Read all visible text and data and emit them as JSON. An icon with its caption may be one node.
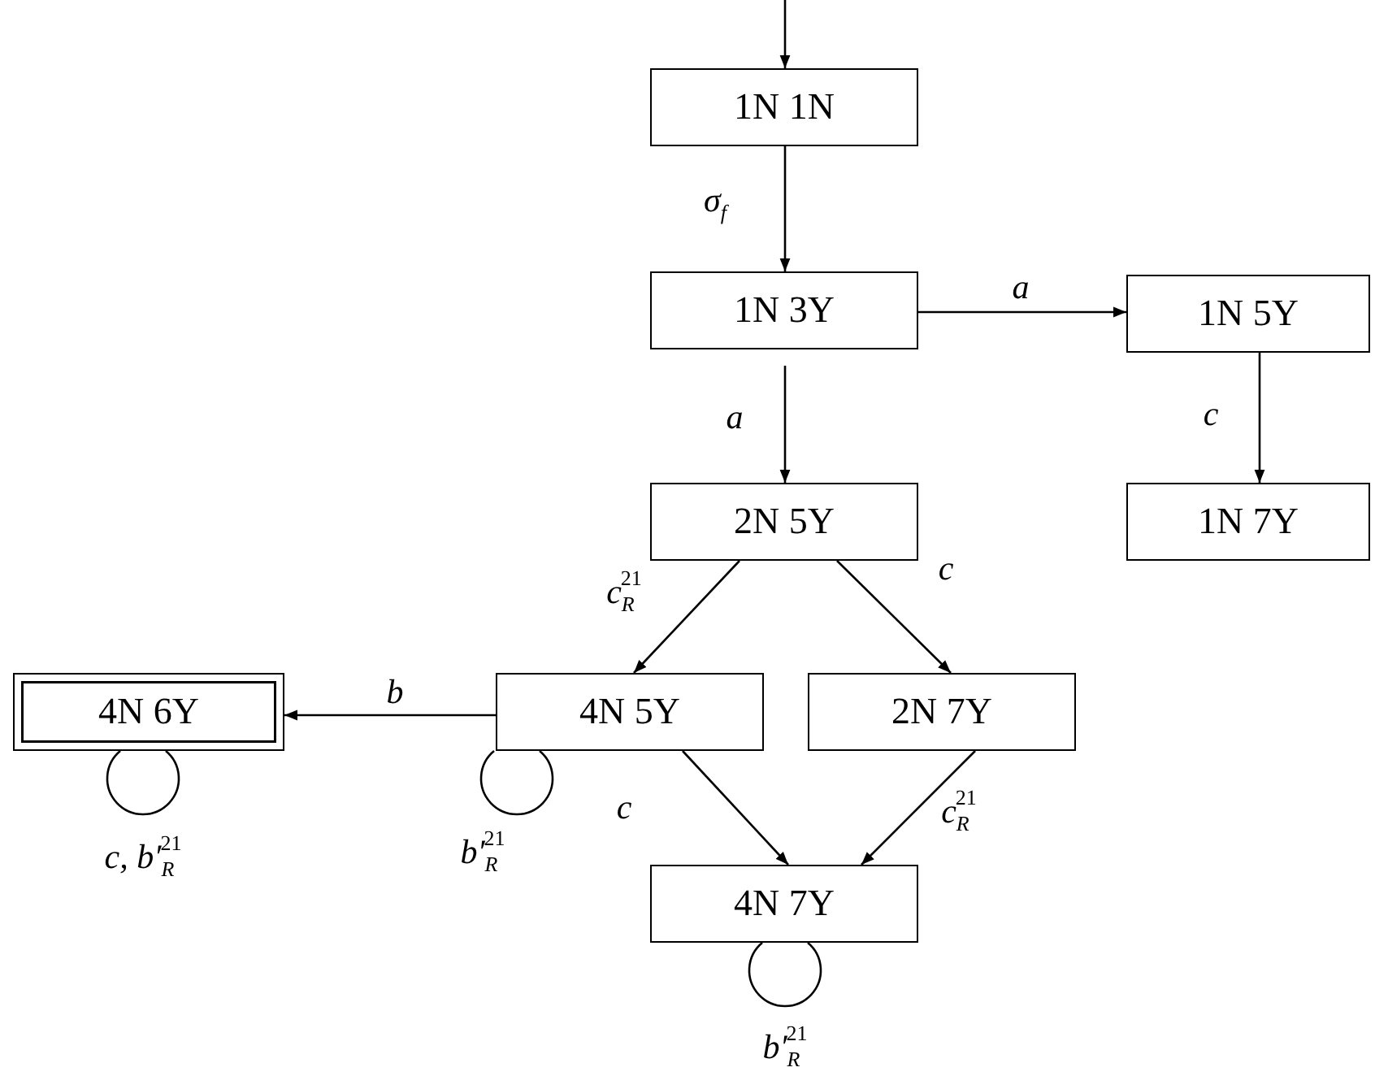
{
  "diagram": {
    "nodes": [
      {
        "text": [
          "1N 1N"
        ]
      },
      {
        "text": [
          "1N 3Y"
        ]
      },
      {
        "text": [
          "1N 5Y"
        ]
      },
      {
        "text": [
          "2N 5Y"
        ]
      },
      {
        "text": [
          "1N 7Y"
        ]
      },
      {
        "text": [
          "4N 6Y"
        ]
      },
      {
        "text": [
          "4N 5Y"
        ]
      },
      {
        "text": [
          "2N 7Y"
        ]
      },
      {
        "text": [
          "4N 7Y"
        ]
      }
    ],
    "edges": [
      {
        "from": null,
        "to": 0,
        "arrow": "to"
      },
      {
        "from": 0,
        "to": 1,
        "arrow": "to",
        "label": "σ$_{f}$"
      },
      {
        "from": 1,
        "to": 2,
        "arrow": "to",
        "label": "a"
      },
      {
        "from": 1,
        "to": 3,
        "arrow": "to",
        "label": "a"
      },
      {
        "from": 2,
        "to": 4,
        "arrow": "to",
        "label": "c"
      },
      {
        "from": 3,
        "to": 6,
        "arrow": "to",
        "label": "c$_{R}$$^{21}$"
      },
      {
        "from": 3,
        "to": 7,
        "arrow": "to",
        "label": "c"
      },
      {
        "from": 6,
        "to": 5,
        "arrow": "to",
        "label": "b"
      },
      {
        "from": 6,
        "to": 6,
        "arrow": "none",
        "label": "b′$_{R}$$^{21}$"
      },
      {
        "from": 5,
        "to": 5,
        "arrow": "none",
        "label": "c, b′$_{R}$$^{21}$"
      },
      {
        "from": 6,
        "to": 8,
        "arrow": "to",
        "label": "c"
      },
      {
        "from": 7,
        "to": 8,
        "arrow": "to",
        "label": "c$_{R}$$^{21}$"
      },
      {
        "from": 8,
        "to": 8,
        "arrow": "none",
        "label": "b′$_{R}$$^{21}$"
      }
    ]
  }
}
